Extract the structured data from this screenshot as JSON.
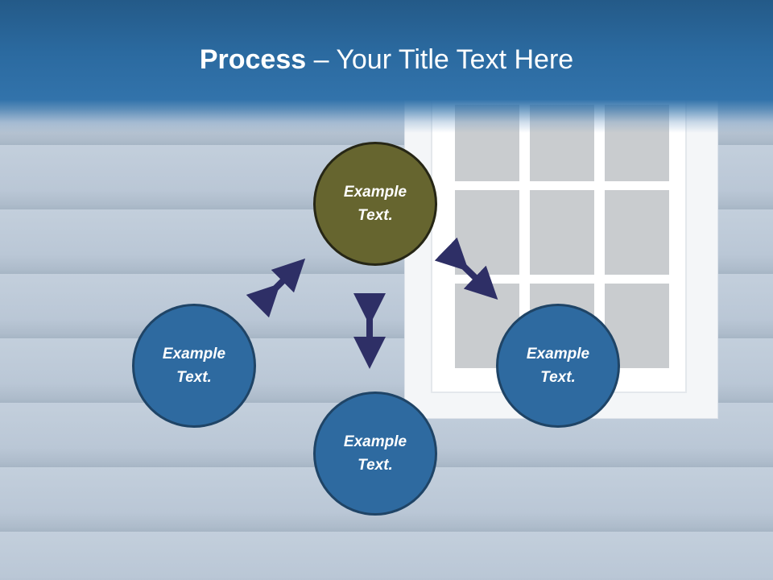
{
  "title": {
    "bold": "Process",
    "rest": " – Your Title Text Here"
  },
  "nodes": [
    {
      "id": "top",
      "label": "Example Text.",
      "color": "#66652f"
    },
    {
      "id": "left",
      "label": "Example Text.",
      "color": "#2e6aa0"
    },
    {
      "id": "bottom",
      "label": "Example Text.",
      "color": "#2e6aa0"
    },
    {
      "id": "right",
      "label": "Example Text.",
      "color": "#2e6aa0"
    }
  ],
  "colors": {
    "header": "#2b6aa0",
    "arrow": "#2e2f66",
    "background": "#b7c5d4"
  }
}
